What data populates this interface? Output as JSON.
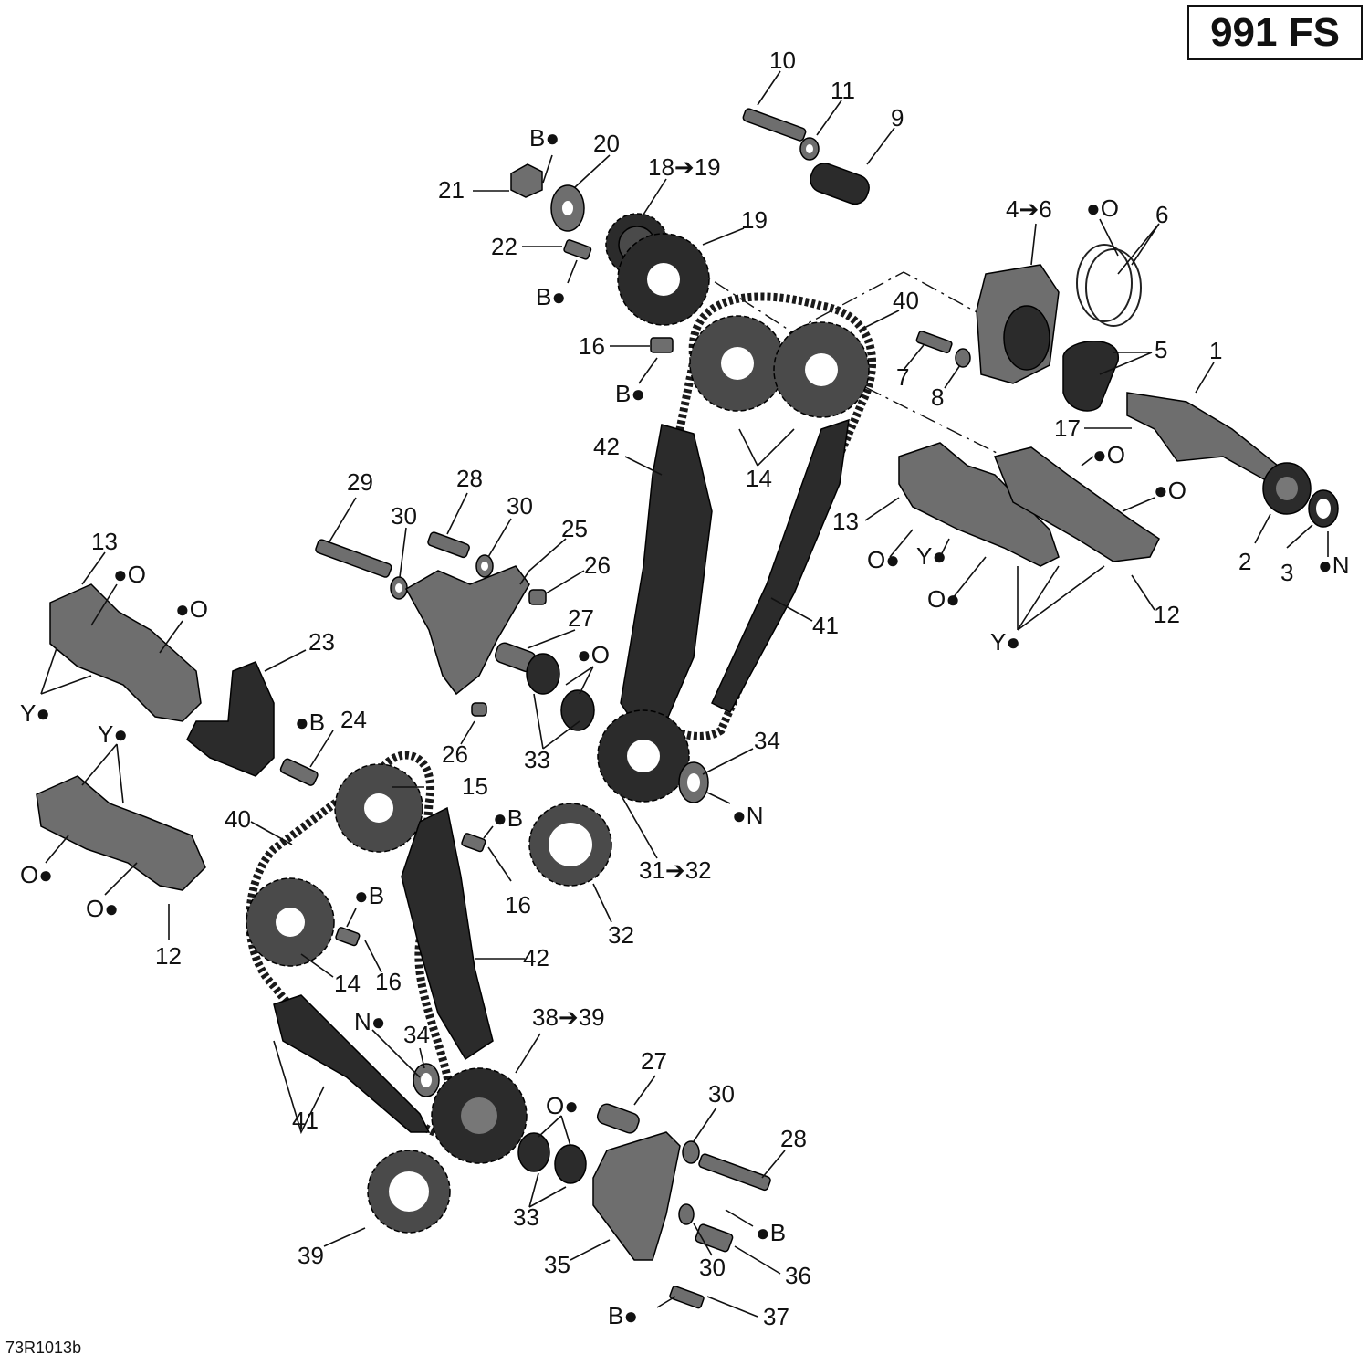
{
  "title": "991 FS",
  "ref_code": "73R1013b",
  "labels": {
    "p10": "10",
    "p11": "11",
    "p9": "9",
    "bdrop_top": "B●",
    "p20": "20",
    "p21": "21",
    "p18_19": "18➔19",
    "p19": "19",
    "p22": "22",
    "bdrop_22": "B●",
    "p4_6": "4➔6",
    "odrop_6": "●O",
    "p6": "6",
    "p40_top": "40",
    "p16_top": "16",
    "bdrop_16": "B●",
    "p7": "7",
    "p8": "8",
    "p5": "5",
    "p1": "1",
    "p17": "17",
    "odrop_17": "●O",
    "p42_top": "42",
    "p14_top": "14",
    "p13_right": "13",
    "odrop_right": "●O",
    "o_r1": "O●",
    "y_r1": "Y●",
    "o_r2": "O●",
    "p2": "2",
    "p3": "3",
    "ndrop_3": "●N",
    "p12_right": "12",
    "y_r2": "Y●",
    "p29": "29",
    "p30_a": "30",
    "p28_a": "28",
    "p30_b": "30",
    "p25": "25",
    "p26_a": "26",
    "p27_a": "27",
    "odrop_33": "●O",
    "p41_top": "41",
    "p13_left": "13",
    "odrop_l1": "●O",
    "odrop_l2": "●O",
    "y_l1": "Y●",
    "p23": "23",
    "bdrop_24": "●B",
    "p24": "24",
    "p26_b": "26",
    "p33_a": "33",
    "p34_a": "34",
    "ndrop_34": "●N",
    "y_l2": "Y●",
    "p15": "15",
    "p40_left": "40",
    "bdrop_16b": "●B",
    "p16_mid": "16",
    "o_l1": "O●",
    "o_l2": "O●",
    "p12_left": "12",
    "p31_32": "31➔32",
    "p32": "32",
    "bdrop_16c": "●B",
    "p14_left": "14",
    "p16_left": "16",
    "p42_left": "42",
    "ndrop_34b": "N●",
    "p34_b": "34",
    "p38_39": "38➔39",
    "p27_b": "27",
    "p30_c": "30",
    "odrop_33b": "O●",
    "p28_b": "28",
    "p41_left": "41",
    "p33_b": "33",
    "bdrop_36": "●B",
    "p39": "39",
    "p35": "35",
    "p30_d": "30",
    "p36": "36",
    "bdrop_37": "B●",
    "p37": "37"
  }
}
